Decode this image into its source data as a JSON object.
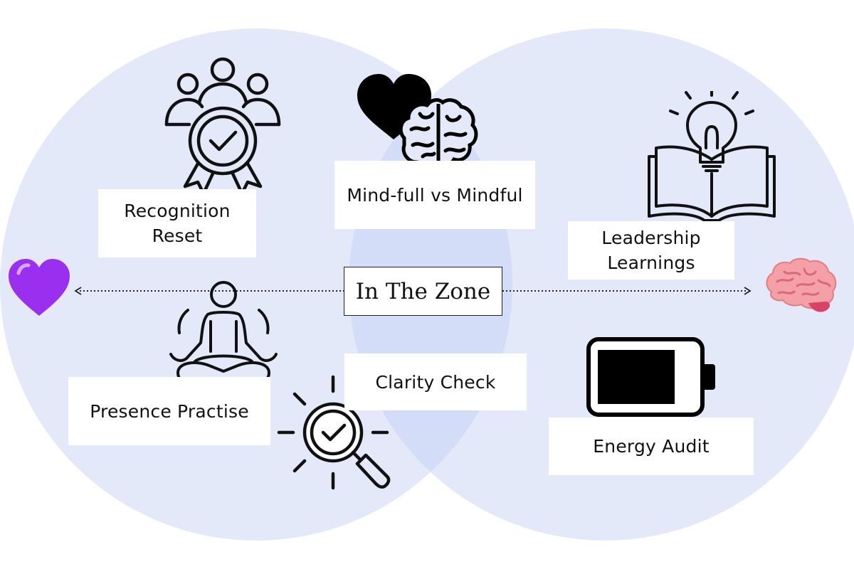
{
  "title": "In The Zone",
  "colors": {
    "circle_fill": "#e4e9fa",
    "overlap_fill": "#d4ddf7",
    "heart_purple": "#9b2ff0",
    "brain_pink": "#f4a0a6",
    "line": "#222222"
  },
  "left_icon": "purple-heart-icon",
  "right_icon": "pink-brain-icon",
  "topics": [
    {
      "lines": [
        "Recognition",
        "Reset"
      ],
      "icon": "team-award-ribbon-icon"
    },
    {
      "lines": [
        "Mind-full vs Mindful"
      ],
      "icon": "heart-brain-icon"
    },
    {
      "lines": [
        "Leadership",
        "Learnings"
      ],
      "icon": "open-book-lightbulb-icon"
    },
    {
      "lines": [
        "Presence Practise"
      ],
      "icon": "meditation-person-icon"
    },
    {
      "lines": [
        "Clarity Check"
      ],
      "icon": "magnifier-check-icon"
    },
    {
      "lines": [
        "Energy Audit"
      ],
      "icon": "battery-icon"
    }
  ]
}
